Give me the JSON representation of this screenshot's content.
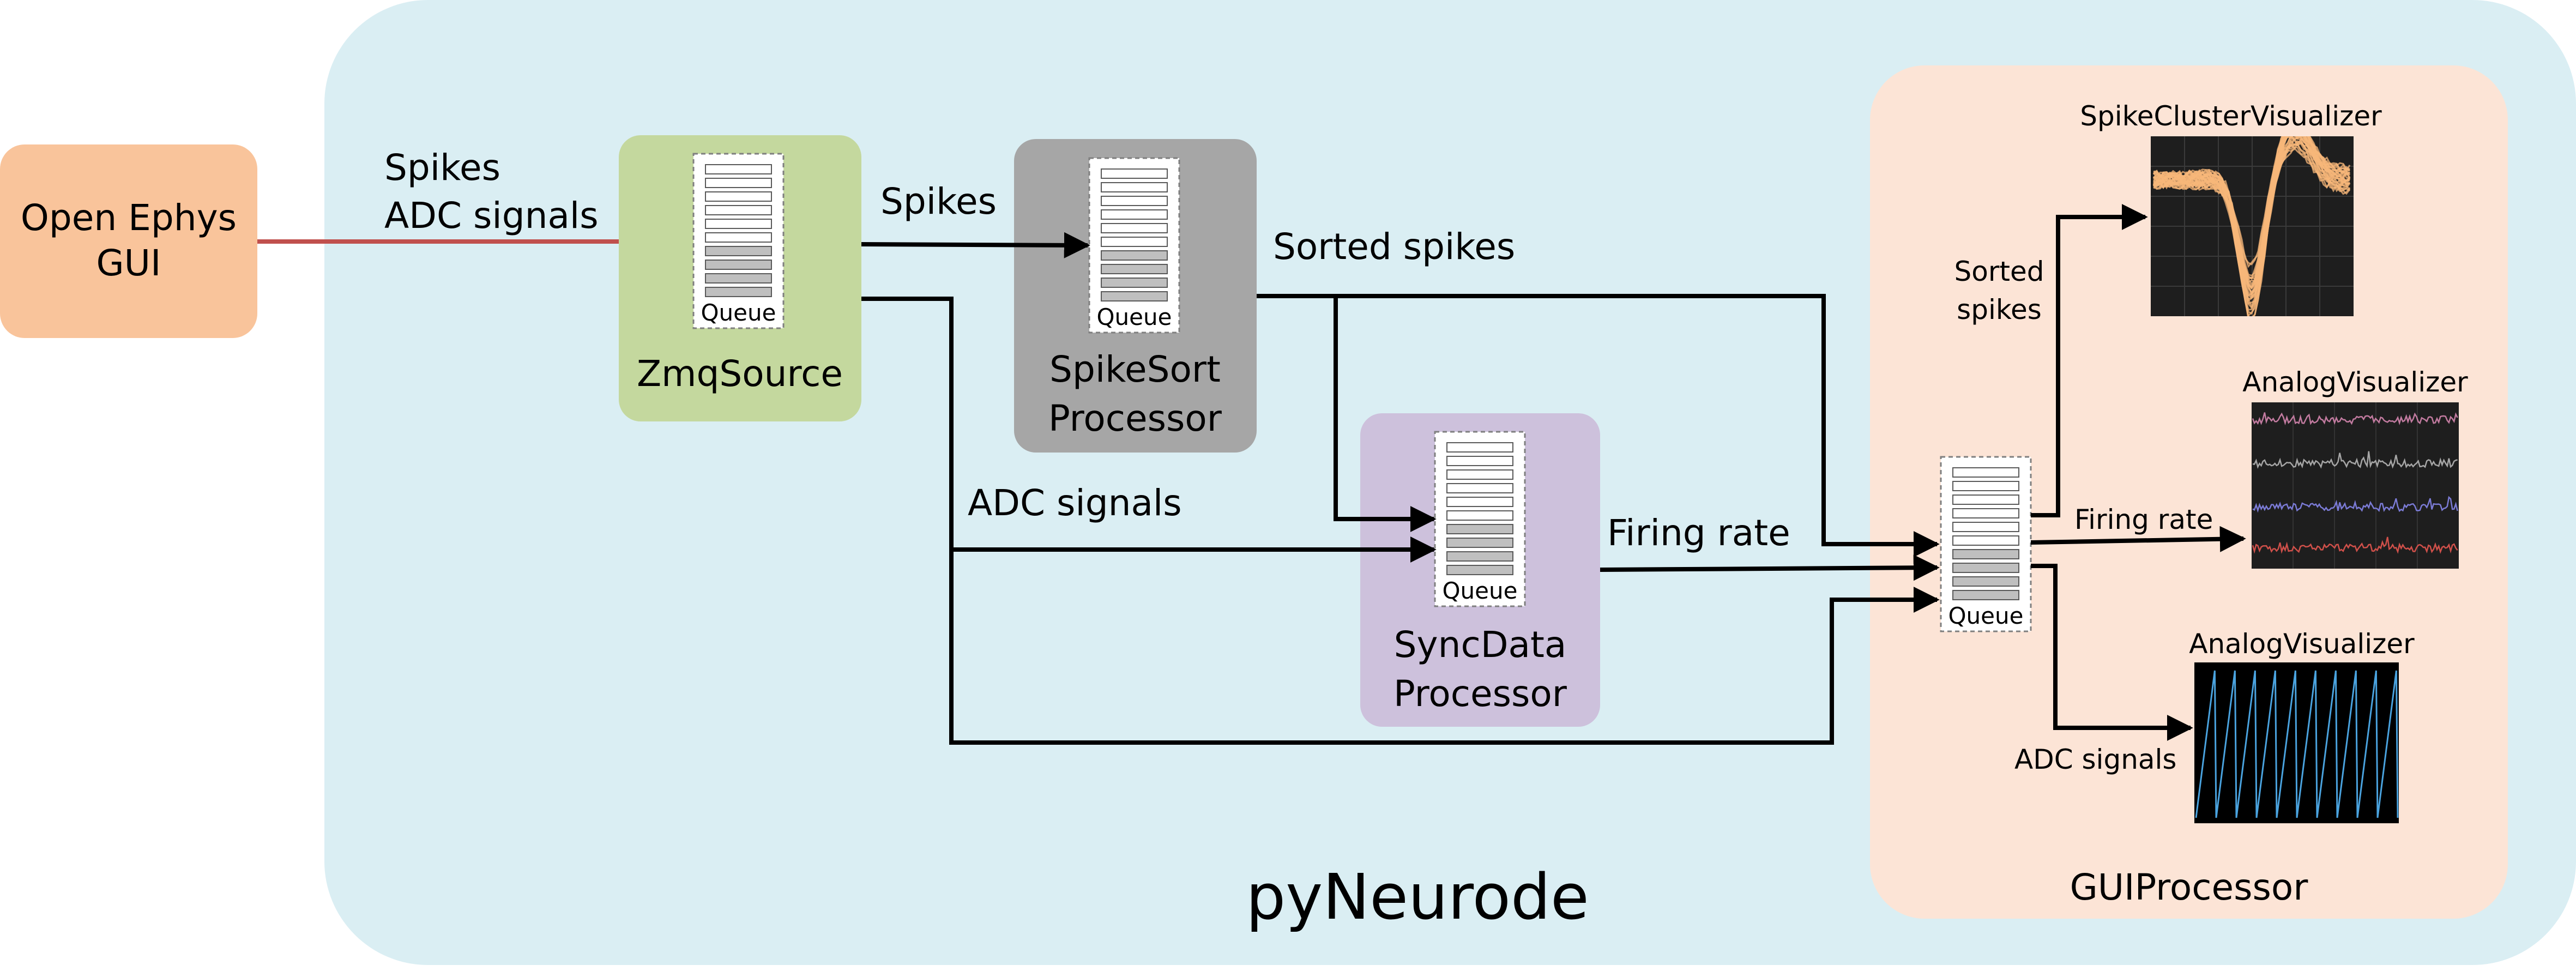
{
  "colors": {
    "main_panel": "#daeef3",
    "gui_panel": "#fce4d6",
    "open_ephys": "#f9c49b",
    "zmq_source": "#c4d89e",
    "spike_sort": "#a6a6a6",
    "sync_data": "#cdc1dc",
    "source_arrow": "#c0504d",
    "queue_slot_empty": "#ffffff",
    "queue_slot_filled": "#bfbfbf",
    "spike_trace": "#f7b77a",
    "analog_trace_colors": [
      "#c27ba0",
      "#a6a6a6",
      "#7b7bd6",
      "#d0504a"
    ],
    "ramp_trace": "#4aa3df"
  },
  "main_panel_label": "pyNeurode",
  "gui_panel_label": "GUIProcessor",
  "open_ephys": {
    "line1": "Open Ephys",
    "line2": "GUI"
  },
  "input_labels": {
    "line1": "Spikes",
    "line2": "ADC signals"
  },
  "processors": {
    "zmq_source": {
      "label": "ZmqSource"
    },
    "spike_sort": {
      "line1": "SpikeSort",
      "line2": "Processor"
    },
    "sync_data": {
      "line1": "SyncData",
      "line2": "Processor"
    }
  },
  "queue_label": "Queue",
  "edge_labels": {
    "spikes": "Spikes",
    "sorted_spikes": "Sorted spikes",
    "adc_signals": "ADC signals",
    "firing_rate": "Firing rate"
  },
  "gui_edge_labels": {
    "sorted_spikes_line1": "Sorted",
    "sorted_spikes_line2": "spikes",
    "firing_rate": "Firing rate",
    "adc_signals": "ADC signals"
  },
  "visualizers": {
    "spike_cluster": "SpikeClusterVisualizer",
    "analog_1": "AnalogVisualizer",
    "analog_2": "AnalogVisualizer"
  }
}
